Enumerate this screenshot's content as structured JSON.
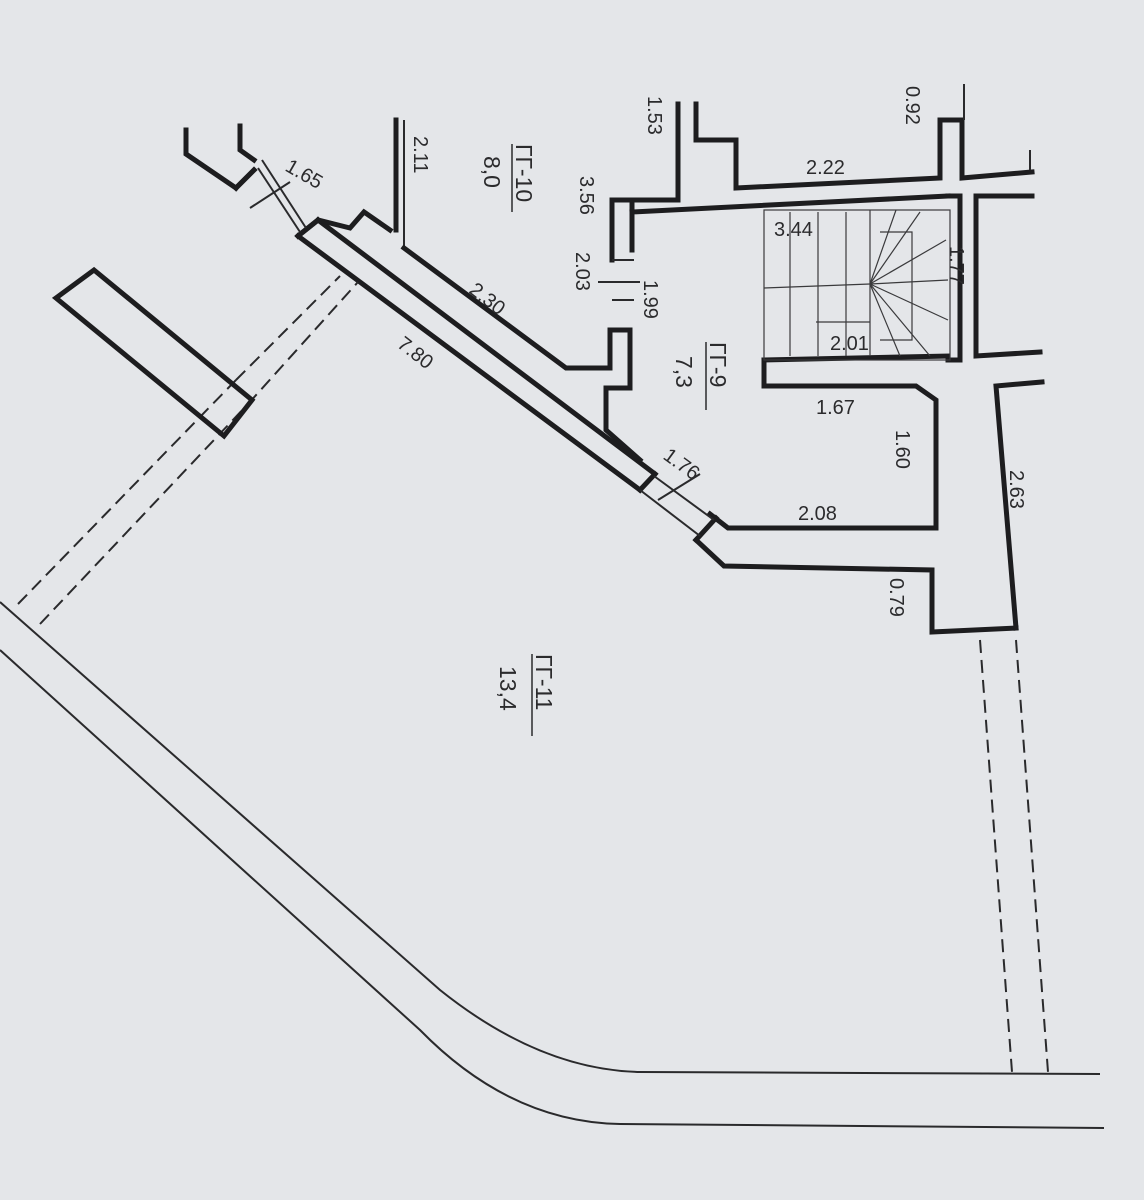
{
  "background": "#e4e6e9",
  "line_color": "#1d1d1f",
  "dimensions": {
    "d_0_92": "0.92",
    "d_1_53": "1.53",
    "d_2_22": "2.22",
    "d_1_65": "1.65",
    "d_2_11": "2.11",
    "d_3_56": "3.56",
    "d_3_44": "3.44",
    "d_1_77": "1.77",
    "d_2_01": "2.01",
    "d_2_03": "2.03",
    "d_1_99": "1.99",
    "d_2_30": "2.30",
    "d_7_80": "7.80",
    "d_1_67": "1.67",
    "d_1_60": "1.60",
    "d_1_76": "1.76",
    "d_2_08": "2.08",
    "d_2_63": "2.63",
    "d_0_79": "0.79"
  },
  "rooms": {
    "r10": {
      "code": "ГГ-10",
      "area": "8,0"
    },
    "r9": {
      "code": "ГГ-9",
      "area": "7,3"
    },
    "r11": {
      "code": "ГГ-11",
      "area": "13,4"
    }
  }
}
